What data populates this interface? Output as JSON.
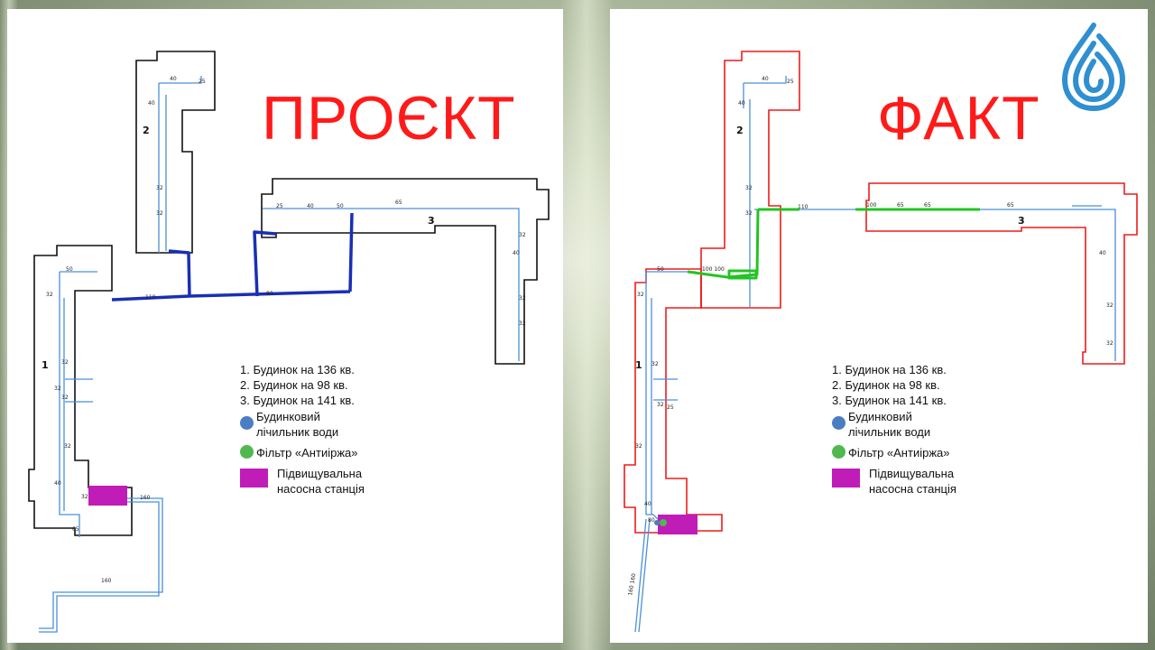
{
  "left_panel": {
    "title": "ПРОЄКТ",
    "buildings": {
      "b1": "1",
      "b2": "2",
      "b3": "3"
    },
    "pipe_labels": {
      "p160a": "160",
      "p160b": "160",
      "p110": "110",
      "p80": "80",
      "p65": "65",
      "p50": "50",
      "p25": "25",
      "p40": "40",
      "p32": "32"
    }
  },
  "right_panel": {
    "title": "ФАКТ",
    "buildings": {
      "b1": "1",
      "b2": "2",
      "b3": "3"
    },
    "pipe_labels": {
      "p160": "160 160",
      "p110": "110",
      "p100": "100",
      "p100x2": "100 100",
      "p80": "80",
      "p65": "65",
      "p50": "50",
      "p40": "40",
      "p32": "32",
      "p25": "25"
    }
  },
  "legend": {
    "items": [
      "1. Будинок на 136 кв.",
      "2. Будинок на 98 кв.",
      "3. Будинок на 141 кв."
    ],
    "meter_line1": "Будинковий",
    "meter_line2": "лічильник води",
    "filter": "Фільтр «Антиіржа»",
    "pump_line1": "Підвищувальна",
    "pump_line2": "насосна станція"
  },
  "colors": {
    "title": "#ff1a1a",
    "design_pipe": "#1a2fb5",
    "actual_pipe": "#22c422",
    "water_pipe": "#4a90d9",
    "meter": "#4a7ec2",
    "filter": "#4fb84f",
    "pump": "#c01cb8",
    "outline_design": "#111111",
    "outline_actual": "#ee1c1c"
  },
  "logo_icon": "water-drop-logo-icon"
}
